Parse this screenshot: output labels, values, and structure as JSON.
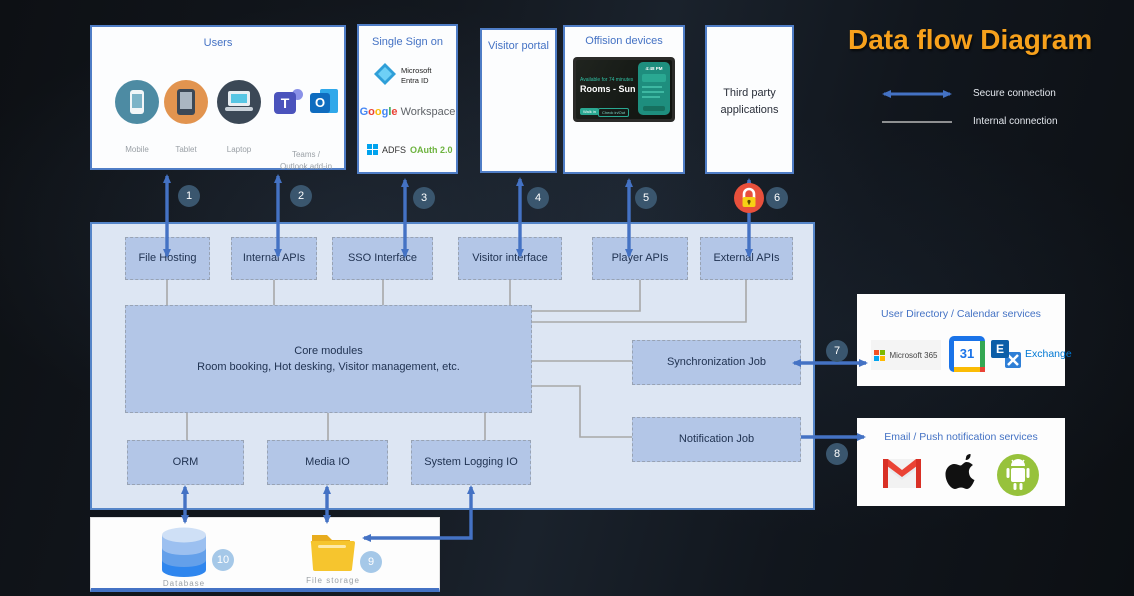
{
  "title": "Data flow Diagram",
  "legend": {
    "secure_label": "Secure connection",
    "internal_label": "Internal connection"
  },
  "badges": {
    "b1": "1",
    "b2": "2",
    "b3": "3",
    "b4": "4",
    "b5": "5",
    "b6": "6",
    "b7": "7",
    "b8": "8",
    "b9": "9",
    "b10": "10"
  },
  "users": {
    "title": "Users",
    "mobile_label": "Mobile",
    "tablet_label": "Tablet",
    "laptop_label": "Laptop",
    "addin_line1": "Teams /",
    "addin_line2": "Outlook add-in"
  },
  "sso": {
    "title": "Single Sign on",
    "entra_line1": "Microsoft",
    "entra_line2": "Entra ID",
    "google_letters": [
      "G",
      "o",
      "o",
      "g",
      "l",
      "e"
    ],
    "workspace_label": "Workspace",
    "adfs_label": "ADFS",
    "oauth_label": "OAuth 2.0"
  },
  "visitor_portal": {
    "title": "Visitor portal"
  },
  "devices_box": {
    "title": "Offision devices",
    "screen": {
      "available_text": "Available for 74 minutes",
      "room_name": "Rooms - Sun",
      "time": "4:48 PM",
      "walkin_label": "Walk in",
      "checkin_label": "Check in/Out"
    }
  },
  "third_party": {
    "title_line1": "Third party",
    "title_line2": "applications"
  },
  "platform": {
    "file_hosting": "File Hosting",
    "internal_apis": "Internal APIs",
    "sso_interface": "SSO Interface",
    "visitor_interface": "Visitor interface",
    "player_apis": "Player APIs",
    "external_apis": "External APIs",
    "core_title": "Core modules",
    "core_subtitle": "Room booking, Hot desking, Visitor management, etc.",
    "sync_job": "Synchronization Job",
    "notification_job": "Notification Job",
    "orm": "ORM",
    "media_io": "Media IO",
    "system_logging": "System Logging IO"
  },
  "storage": {
    "database_label": "Database",
    "file_storage_label": "File storage"
  },
  "directory_box": {
    "title": "User Directory / Calendar services",
    "m365_label": "Microsoft 365",
    "calendar_day": "31",
    "exchange_letter": "E",
    "exchange_label": "Exchange"
  },
  "email_box": {
    "title": "Email / Push notification services"
  },
  "icon_letters": {
    "teams": "T",
    "outlook": "O"
  },
  "icons": {
    "mobile-icon": "smartphone in teal circle",
    "tablet-icon": "tablet in orange circle",
    "laptop-icon": "laptop in dark circle",
    "teams-icon": "Microsoft Teams logo",
    "outlook-icon": "Microsoft Outlook logo",
    "entra-icon": "Microsoft Entra ID diamond",
    "google-logo": "Google wordmark",
    "windows-icon": "Windows four-pane logo",
    "device-screen": "room display screenshot",
    "lock-icon": "padlock in red circle",
    "m365-icon": "Microsoft 365 four squares",
    "gcal-icon": "Google Calendar 31 tile",
    "exchange-icon": "Microsoft Exchange logo",
    "gmail-icon": "Gmail envelope",
    "apple-icon": "Apple logo",
    "android-icon": "Android robot in green circle",
    "database-icon": "blue database cylinder",
    "folder-icon": "yellow folder"
  },
  "colors": {
    "accent_blue": "#4472c4",
    "title_orange": "#f7a11c",
    "panel_fill": "#dde6f3",
    "module_fill": "#b3c6e7",
    "badge_dark": "#3a566e",
    "badge_light": "#a5c8e8",
    "lock_red": "#e8503c",
    "connector_gray": "#a8a8a8",
    "oauth_green": "#6db33f"
  }
}
